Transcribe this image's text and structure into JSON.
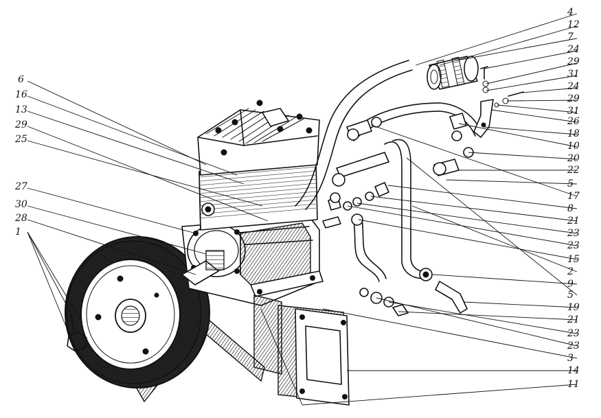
{
  "callouts_right": [
    "4",
    "12",
    "7",
    "24",
    "29",
    "31",
    "24",
    "29",
    "31",
    "26",
    "18",
    "10",
    "20",
    "22",
    "5",
    "17",
    "8",
    "21",
    "23",
    "23",
    "15",
    "2",
    "9",
    "5",
    "19",
    "21",
    "23",
    "23",
    "3",
    "14",
    "11"
  ],
  "callouts_left": [
    "6",
    "16",
    "13",
    "29",
    "25",
    "27",
    "30",
    "28",
    "1"
  ]
}
